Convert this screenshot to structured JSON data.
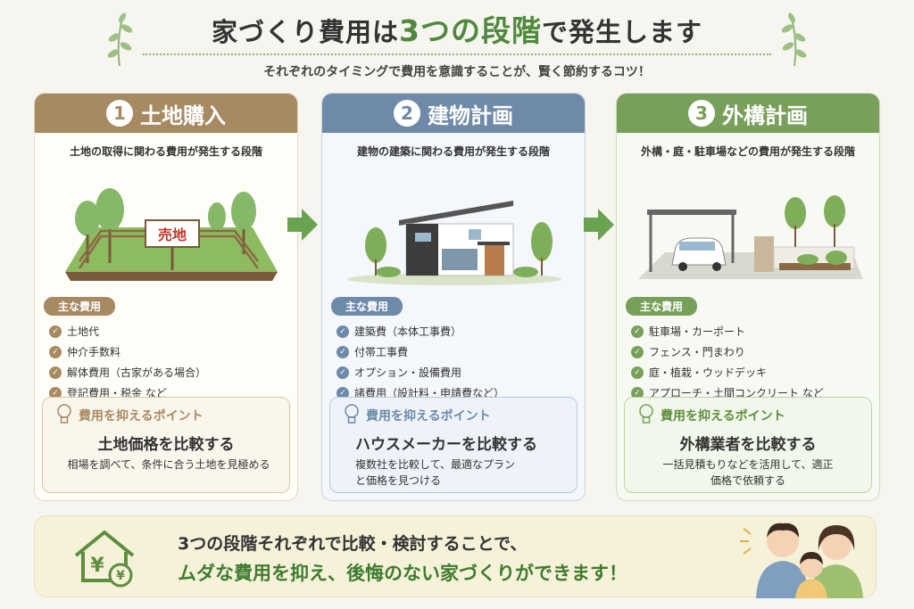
{
  "header": {
    "title_pre": "家づくり費用は",
    "title_highlight": "3つの段階",
    "title_post": "で発生します",
    "subtitle": "それぞれのタイミングで費用を意識することが、賢く節約するコツ！"
  },
  "stages": [
    {
      "number": "1",
      "name": "土地購入",
      "description": "土地の取得に関わる費用が発生する段階",
      "sign_text": "売地",
      "costs_label": "主な費用",
      "costs": [
        "土地代",
        "仲介手数料",
        "解体費用（古家がある場合）",
        "登記費用・税金 など"
      ],
      "tip_title": "費用を抑えるポイント",
      "tip_heading": "土地価格を比較する",
      "tip_body": "相場を調べて、条件に合う土地を見極める",
      "color": "#a88a62"
    },
    {
      "number": "2",
      "name": "建物計画",
      "description": "建物の建築に関わる費用が発生する段階",
      "costs_label": "主な費用",
      "costs": [
        "建築費（本体工事費）",
        "付帯工事費",
        "オプション・設備費用",
        "諸費用（設計料・申請費など）"
      ],
      "tip_title": "費用を抑えるポイント",
      "tip_heading": "ハウスメーカーを比較する",
      "tip_body": "複数社を比較して、最適なプランと価格を見つける",
      "color": "#6f8aa8"
    },
    {
      "number": "3",
      "name": "外構計画",
      "description": "外構・庭・駐車場などの費用が発生する段階",
      "costs_label": "主な費用",
      "costs": [
        "駐車場・カーポート",
        "フェンス・門まわり",
        "庭・植栽・ウッドデッキ",
        "アプローチ・土間コンクリート など"
      ],
      "tip_title": "費用を抑えるポイント",
      "tip_heading": "外構業者を比較する",
      "tip_body": "一括見積もりなどを活用して、適正価格で依頼する",
      "color": "#78a05a"
    }
  ],
  "footer": {
    "line1": "3つの段階それぞれで比較・検討することで、",
    "line2": "ムダな費用を抑え、後悔のない家づくりができます！",
    "icon_text": "¥"
  }
}
